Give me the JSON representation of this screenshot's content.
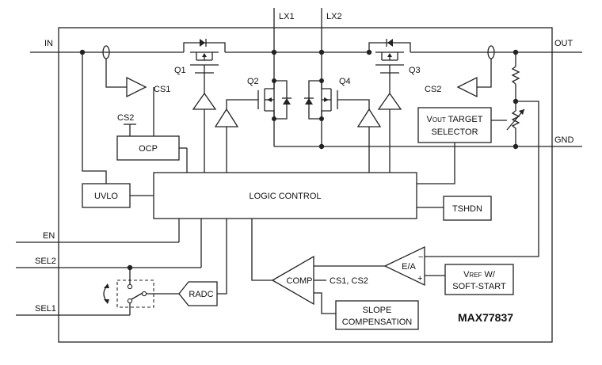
{
  "pins": {
    "in": "IN",
    "out": "OUT",
    "gnd": "GND",
    "lx1": "LX1",
    "lx2": "LX2",
    "en": "EN",
    "sel2": "SEL2",
    "sel1": "SEL1"
  },
  "transistors": {
    "q1": "Q1",
    "q2": "Q2",
    "q3": "Q3",
    "q4": "Q4"
  },
  "sense": {
    "cs1": "CS1",
    "cs2_left": "CS2",
    "cs2_right": "CS2"
  },
  "blocks": {
    "ocp": "OCP",
    "uvlo": "UVLO",
    "logic": "LOGIC CONTROL",
    "tshdn": "TSHDN",
    "radc": "RADC",
    "comp": "COMP",
    "ea": "E/A",
    "vout_line1_main": "V",
    "vout_line1_sub": "OUT",
    "vout_line1_rest": " TARGET",
    "vout_line2": "SELECTOR",
    "vref_line1_main": "V",
    "vref_line1_sub": "REF",
    "vref_line1_rest": " W/",
    "vref_line2": "SOFT-START",
    "slope_line1": "SLOPE",
    "slope_line2": "COMPENSATION"
  },
  "labels": {
    "comp_inputs": "CS1, CS2",
    "ea_minus": "−",
    "ea_plus": "+",
    "part": "MAX77837"
  }
}
